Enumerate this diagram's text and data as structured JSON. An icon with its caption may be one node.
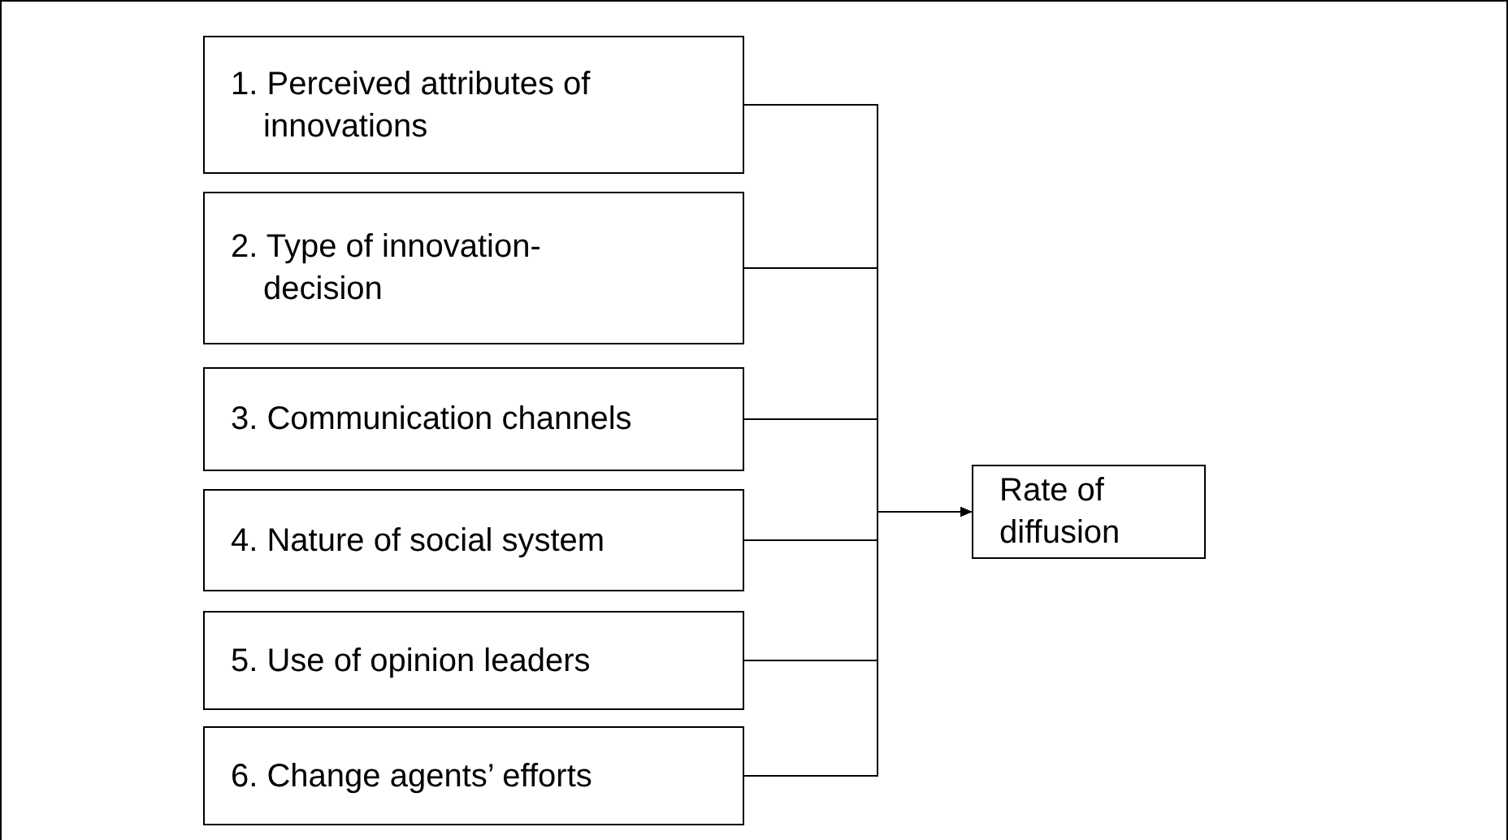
{
  "diagram": {
    "nodes": [
      {
        "text": [
          "1. Perceived attributes of innovations"
        ]
      },
      {
        "text": [
          "2. Type of innovation-decision"
        ]
      },
      {
        "text": [
          "3. Communication channels"
        ]
      },
      {
        "text": [
          "4. Nature of social system"
        ]
      },
      {
        "text": [
          "5. Use of opinion leaders"
        ]
      },
      {
        "text": [
          "6. Change agents’ efforts"
        ]
      },
      {
        "text": [
          "Rate of diffusion"
        ]
      }
    ],
    "edges": [
      {
        "from": 0,
        "to": 6,
        "arrow": "to"
      },
      {
        "from": 1,
        "to": 6,
        "arrow": "to"
      },
      {
        "from": 2,
        "to": 6,
        "arrow": "to"
      },
      {
        "from": 3,
        "to": 6,
        "arrow": "to"
      },
      {
        "from": 4,
        "to": 6,
        "arrow": "to"
      },
      {
        "from": 5,
        "to": 6,
        "arrow": "to"
      }
    ]
  }
}
